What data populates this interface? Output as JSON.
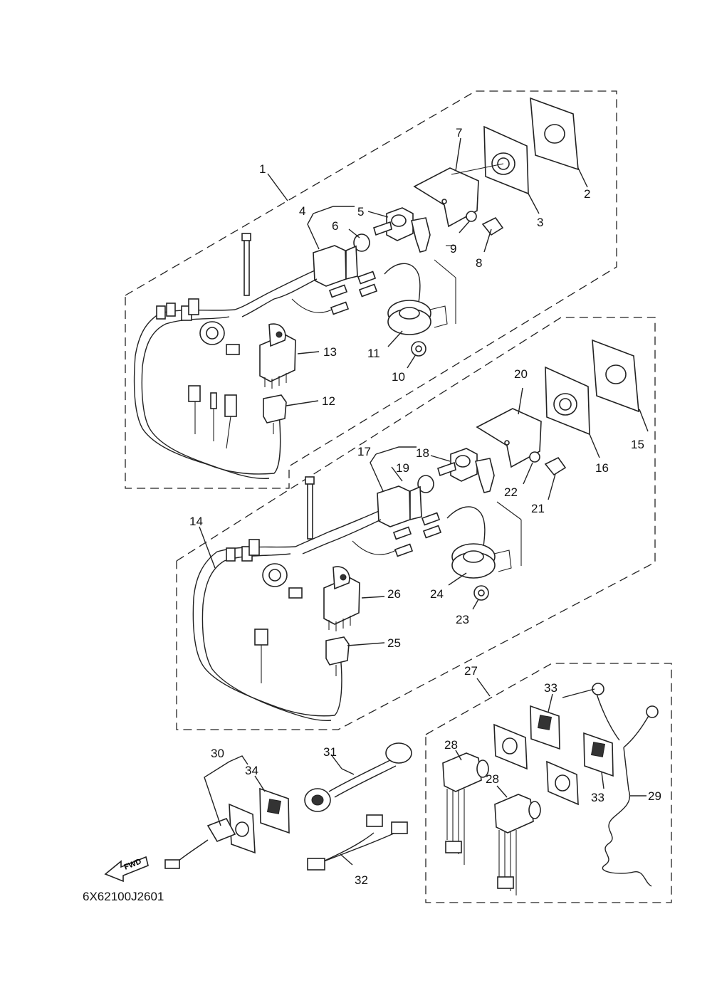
{
  "diagram": {
    "drawing_code": "6X62100J2601",
    "direction_marker": "FWD",
    "callouts": [
      "1",
      "2",
      "3",
      "4",
      "5",
      "6",
      "7",
      "8",
      "9",
      "10",
      "11",
      "12",
      "13",
      "14",
      "15",
      "16",
      "17",
      "18",
      "19",
      "20",
      "21",
      "22",
      "23",
      "24",
      "25",
      "26",
      "27",
      "28",
      "28",
      "29",
      "30",
      "31",
      "32",
      "33",
      "33",
      "34"
    ]
  }
}
